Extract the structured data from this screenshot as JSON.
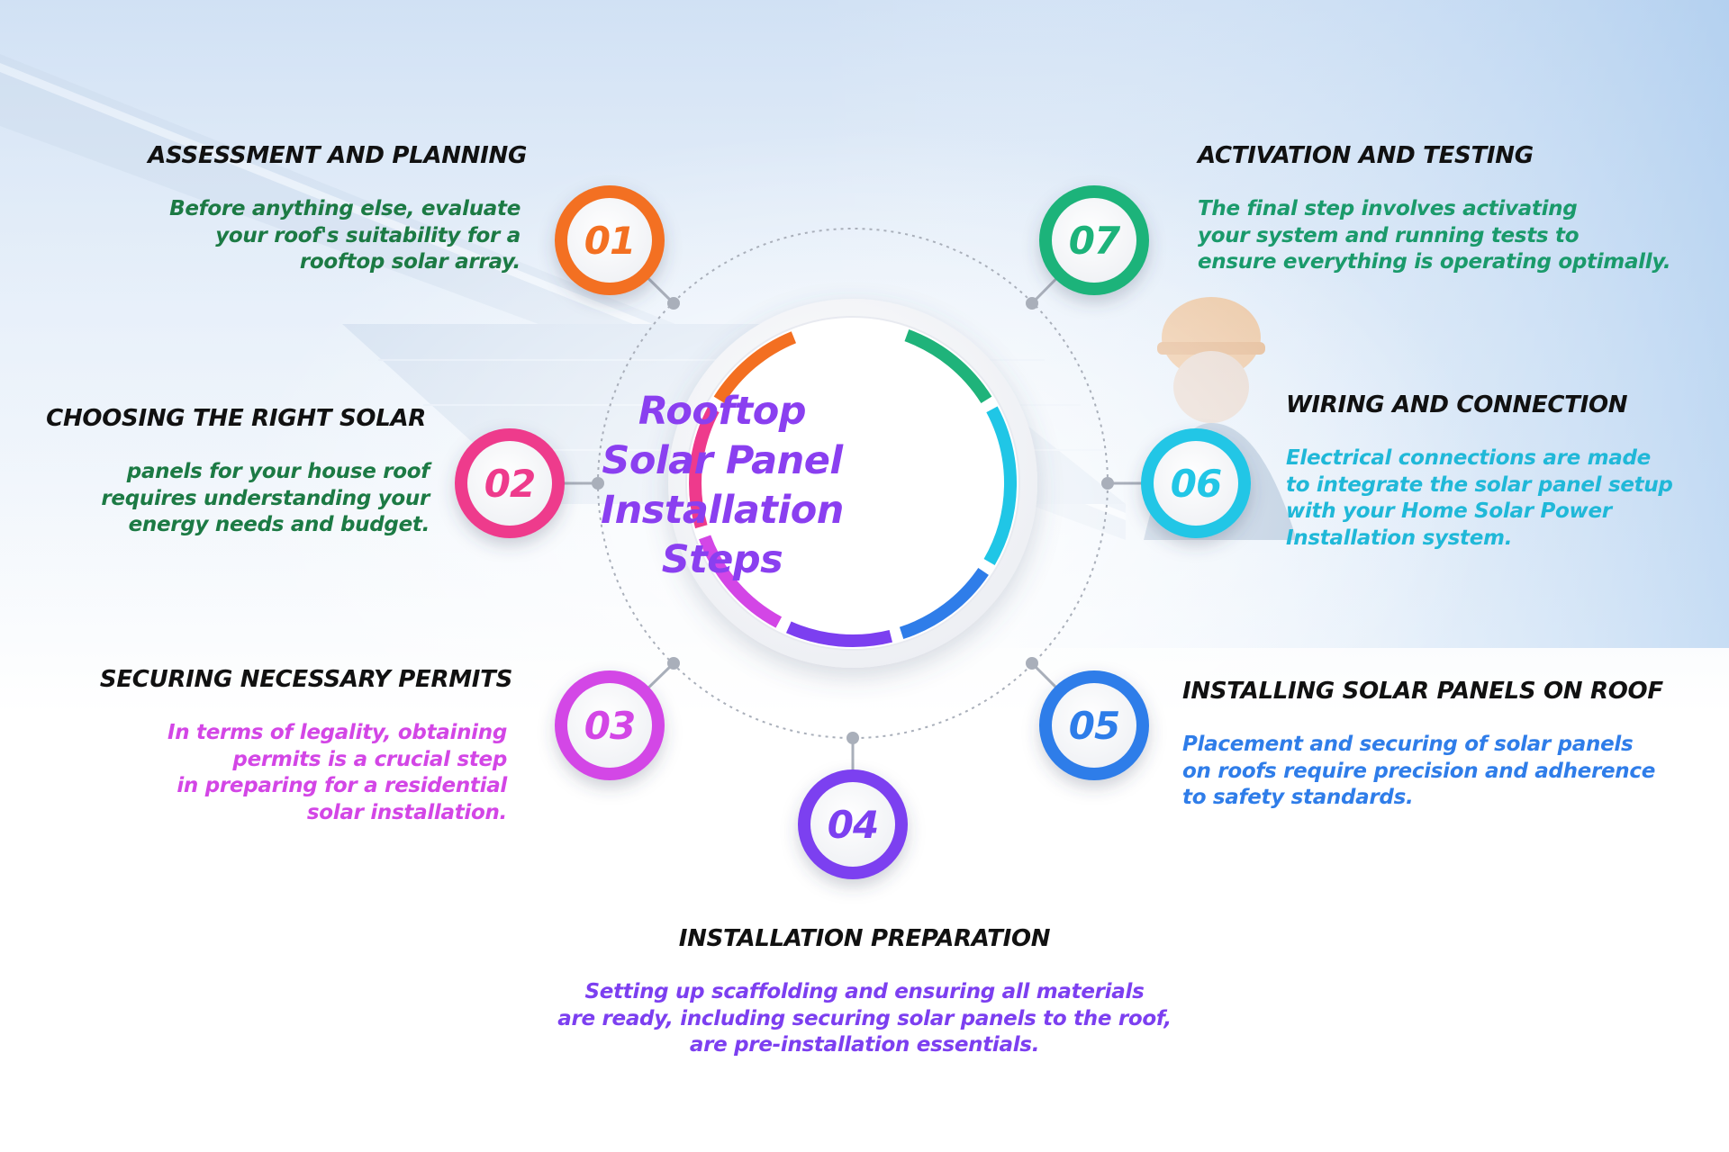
{
  "center": {
    "title_lines": [
      "Rooftop",
      "Solar Panel",
      "Installation",
      "Steps"
    ]
  },
  "colors": {
    "step_01": "#f36f21",
    "step_02": "#ee3a8c",
    "step_03": "#d346e6",
    "step_04": "#7c3ff0",
    "step_05": "#2f7de9",
    "step_06": "#20c6e6",
    "step_07": "#1fb37a",
    "center_title": "#8a3ff0",
    "desc_green": "#1c7a44",
    "desc_magenta": "#d346e6",
    "desc_purple": "#7c3ff0",
    "desc_blue": "#2f7de9",
    "desc_cyan": "#20b8d8",
    "desc_teal": "#1a9a6b"
  },
  "steps": [
    {
      "number": "01",
      "title": "ASSESSMENT AND PLANNING",
      "description": [
        "Before anything else, evaluate",
        "your roof's suitability for a",
        "rooftop solar array."
      ]
    },
    {
      "number": "02",
      "title": "CHOOSING THE RIGHT SOLAR",
      "description": [
        "panels for your house roof",
        "requires understanding your",
        "energy needs and budget."
      ]
    },
    {
      "number": "03",
      "title": "SECURING NECESSARY PERMITS",
      "description": [
        "In terms of legality, obtaining",
        "permits is a crucial step",
        "in preparing for a residential",
        "solar installation."
      ]
    },
    {
      "number": "04",
      "title": "INSTALLATION PREPARATION",
      "description": [
        "Setting up scaffolding and ensuring all materials",
        "are ready, including securing solar panels to the roof,",
        "are pre-installation essentials."
      ]
    },
    {
      "number": "05",
      "title": "INSTALLING SOLAR PANELS ON ROOF",
      "description": [
        "Placement and securing of solar panels",
        "on roofs require precision and adherence",
        "to safety standards."
      ]
    },
    {
      "number": "06",
      "title": "WIRING AND CONNECTION",
      "description": [
        "Electrical connections are made",
        "to integrate the solar panel setup",
        "with your Home Solar Power",
        "Installation system."
      ]
    },
    {
      "number": "07",
      "title": "ACTIVATION AND TESTING",
      "description": [
        "The final step involves activating",
        "your system and running tests to",
        "ensure everything is operating optimally."
      ]
    }
  ]
}
